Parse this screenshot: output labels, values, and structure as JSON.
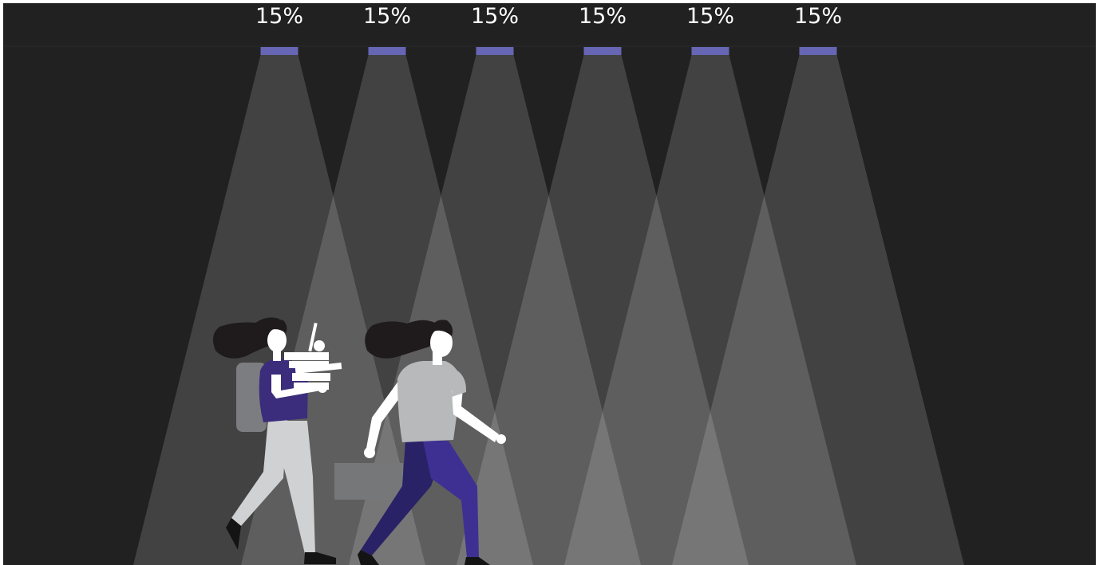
{
  "lights": [
    {
      "label": "15%",
      "level": 0.15
    },
    {
      "label": "15%",
      "level": 0.15
    },
    {
      "label": "15%",
      "level": 0.15
    },
    {
      "label": "15%",
      "level": 0.15
    },
    {
      "label": "15%",
      "level": 0.15
    },
    {
      "label": "15%",
      "level": 0.15
    }
  ],
  "colors": {
    "background": "#212121",
    "ceiling_line": "#2c2c2c",
    "light_fixture": "#6666b5",
    "beam": "#ffffff",
    "hair": "#1f1b1c",
    "skin": "#ffffff",
    "shirt_purple": "#3b2d7c",
    "pants_purple": "#3e3093",
    "pants_dark": "#2a2266",
    "shirt_gray": "#b8b9bb",
    "pants_light": "#d0d1d3",
    "backpack": "#7c7d80",
    "briefcase": "#767779",
    "shoes": "#141414"
  },
  "illustration": {
    "people": [
      "person-with-books",
      "person-with-briefcase"
    ]
  }
}
